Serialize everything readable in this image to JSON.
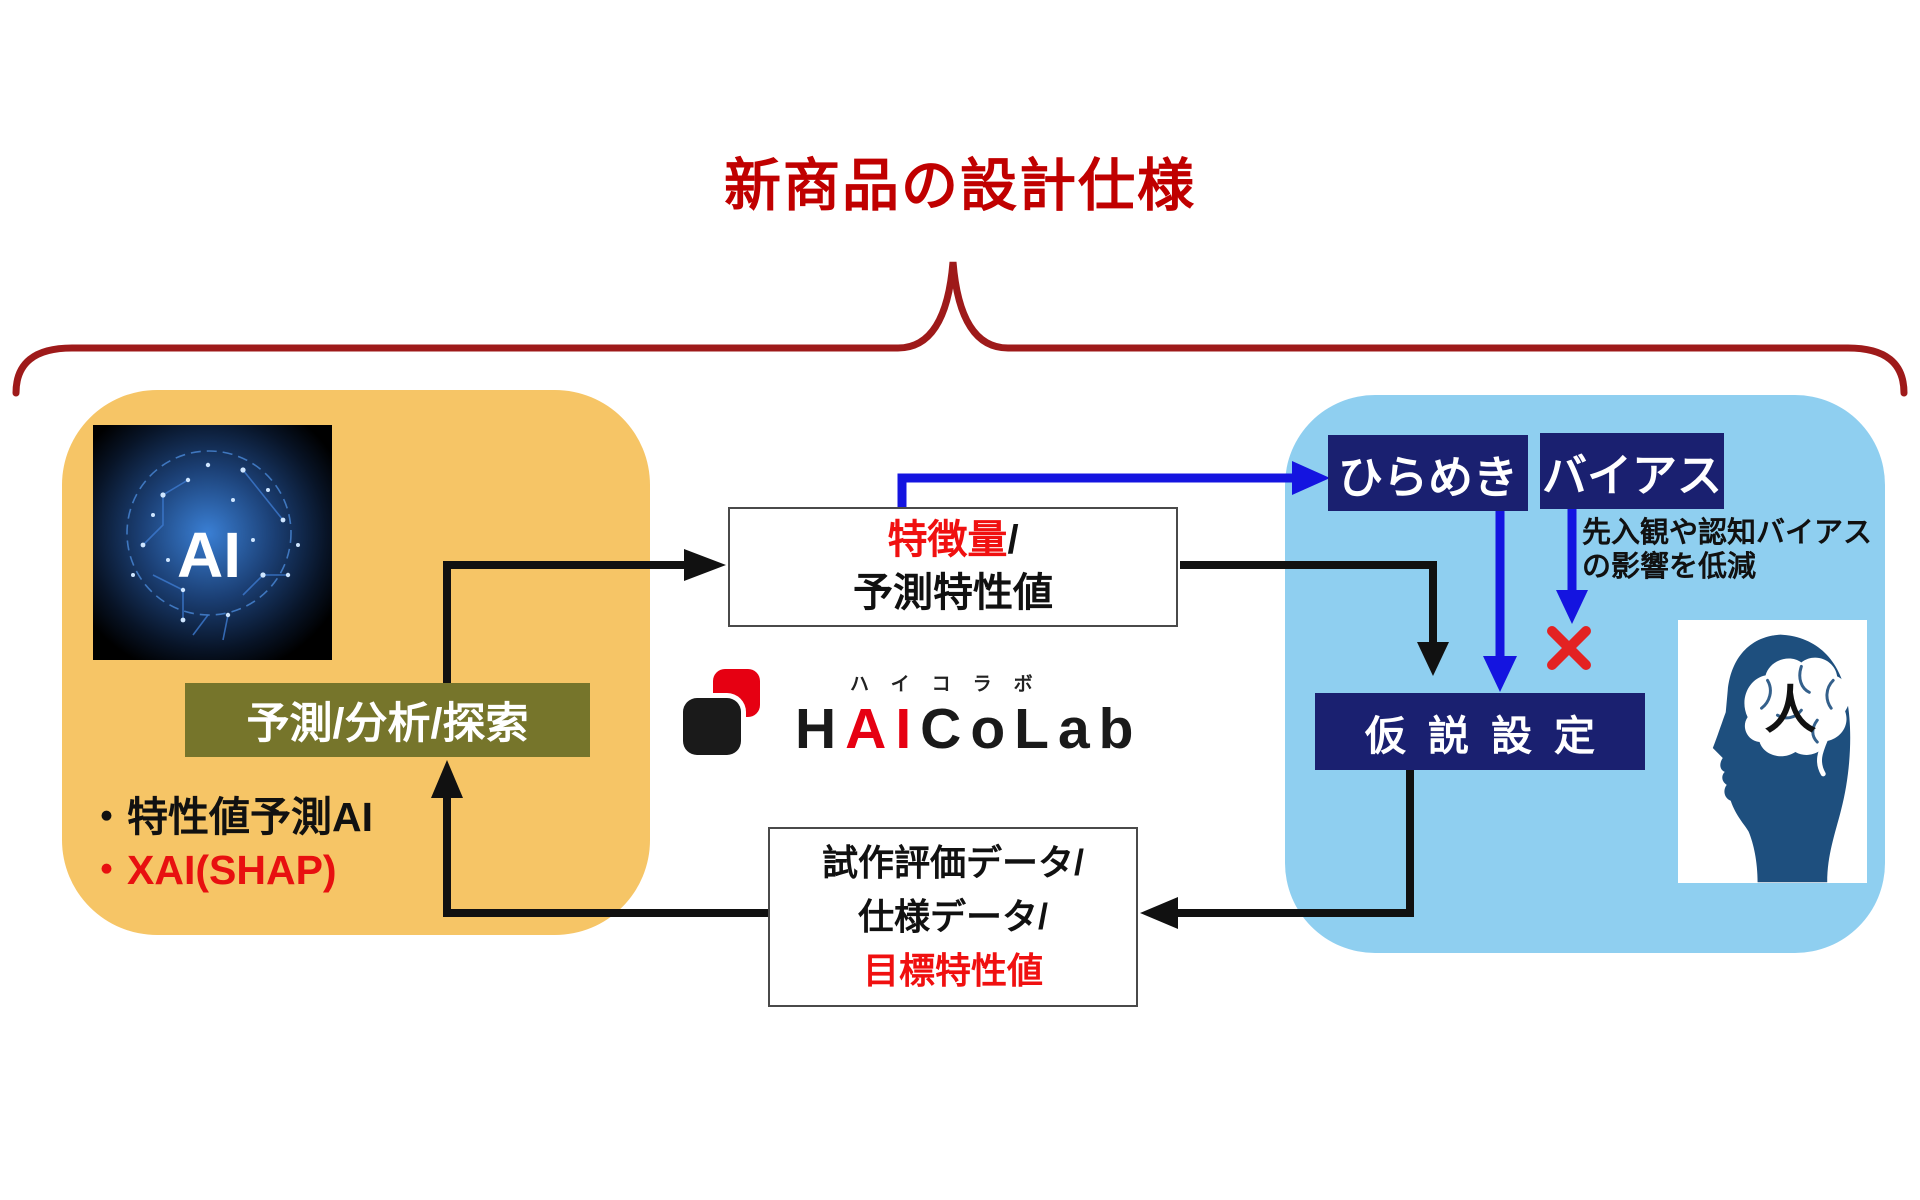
{
  "title": "新商品の設計仕様",
  "ai_panel": {
    "ai_image_label": "AI",
    "process_box_label": "予測/分析/探索",
    "bullets": [
      "・特性値予測AI",
      "・XAI(SHAP)"
    ]
  },
  "center": {
    "feature_box": {
      "line1_red": "特徴量",
      "line1_suffix": "/",
      "line2": "予測特性値"
    },
    "logo": {
      "katakana": "ハイコラボ",
      "part_h": "H",
      "part_ai": "AI",
      "part_colab": "CoLab"
    },
    "data_box": {
      "line1": "試作評価データ/",
      "line2": "仕様データ/",
      "line3_red": "目標特性値"
    }
  },
  "human_panel": {
    "inspiration_label": "ひらめき",
    "bias_label": "バイアス",
    "bias_note_line1": "先入観や認知バイアス",
    "bias_note_line2": "の影響を低減",
    "hypothesis_label": "仮説設定",
    "head_label": "人"
  },
  "icons": {
    "x_blocked": "x-cross-blocking-bias",
    "brace": "top-curly-brace",
    "ai_brain": "circuit-brain-ai-image",
    "human_head": "human-head-brain-silhouette"
  },
  "colors": {
    "title_red": "#C00000",
    "brace_red": "#9E1A1A",
    "ai_panel_yellow": "#F6C566",
    "process_olive": "#76752B",
    "human_panel_blue": "#8FCFF0",
    "navy_box": "#1A2070",
    "arrow_blue": "#1414E0",
    "arrow_black": "#111111",
    "x_red": "#E32222",
    "logo_red": "#E60012",
    "feature_red": "#F01010",
    "head_navy": "#1E4F7E"
  }
}
